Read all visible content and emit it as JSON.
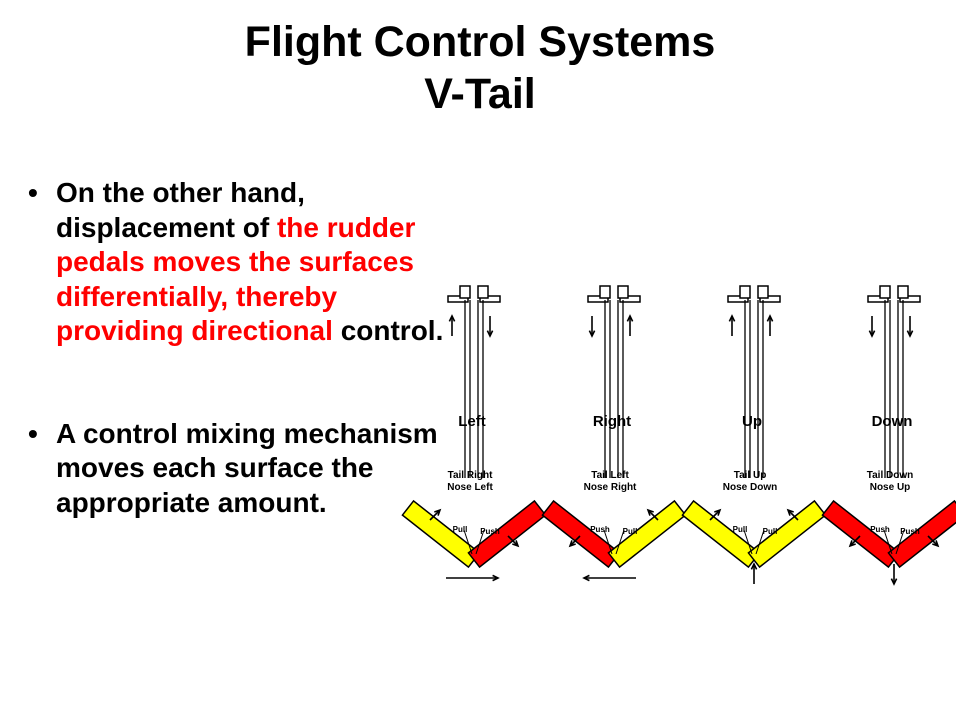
{
  "slide": {
    "title_line1": "Flight Control Systems",
    "title_line2": "V-Tail"
  },
  "bullets": [
    {
      "segments": [
        {
          "text": "On the other hand, displacement of ",
          "color": "#000000"
        },
        {
          "text": "the rudder pedals moves the surfaces differentially, thereby providing directional",
          "color": "#ff0000"
        },
        {
          "text": " control.",
          "color": "#000000"
        }
      ]
    },
    {
      "segments": [
        {
          "text": "A control mixing mechanism moves each surface the appropriate amount.",
          "color": "#000000"
        }
      ]
    }
  ],
  "diagram": {
    "colors": {
      "yellow": "#ffff00",
      "red": "#ff0000",
      "outline": "#000000"
    },
    "panels": [
      {
        "name": "Left",
        "rod_arrows": [
          "up",
          "down"
        ],
        "caption1": "Tail Right",
        "caption2": "Nose Left",
        "left_fin": "yellow",
        "right_fin": "red",
        "label_left": "Pull",
        "label_right": "Push",
        "bottom_arrow": "right"
      },
      {
        "name": "Right",
        "rod_arrows": [
          "down",
          "up"
        ],
        "caption1": "Tail Left",
        "caption2": "Nose Right",
        "left_fin": "red",
        "right_fin": "yellow",
        "label_left": "Push",
        "label_right": "Pull",
        "bottom_arrow": "left"
      },
      {
        "name": "Up",
        "rod_arrows": [
          "up",
          "up"
        ],
        "caption1": "Tail Up",
        "caption2": "Nose Down",
        "left_fin": "yellow",
        "right_fin": "yellow",
        "label_left": "Pull",
        "label_right": "Pull",
        "bottom_arrow": "up"
      },
      {
        "name": "Down",
        "rod_arrows": [
          "down",
          "down"
        ],
        "caption1": "Tail Down",
        "caption2": "Nose Up",
        "left_fin": "red",
        "right_fin": "red",
        "label_left": "Push",
        "label_right": "Push",
        "bottom_arrow": "down"
      }
    ]
  }
}
